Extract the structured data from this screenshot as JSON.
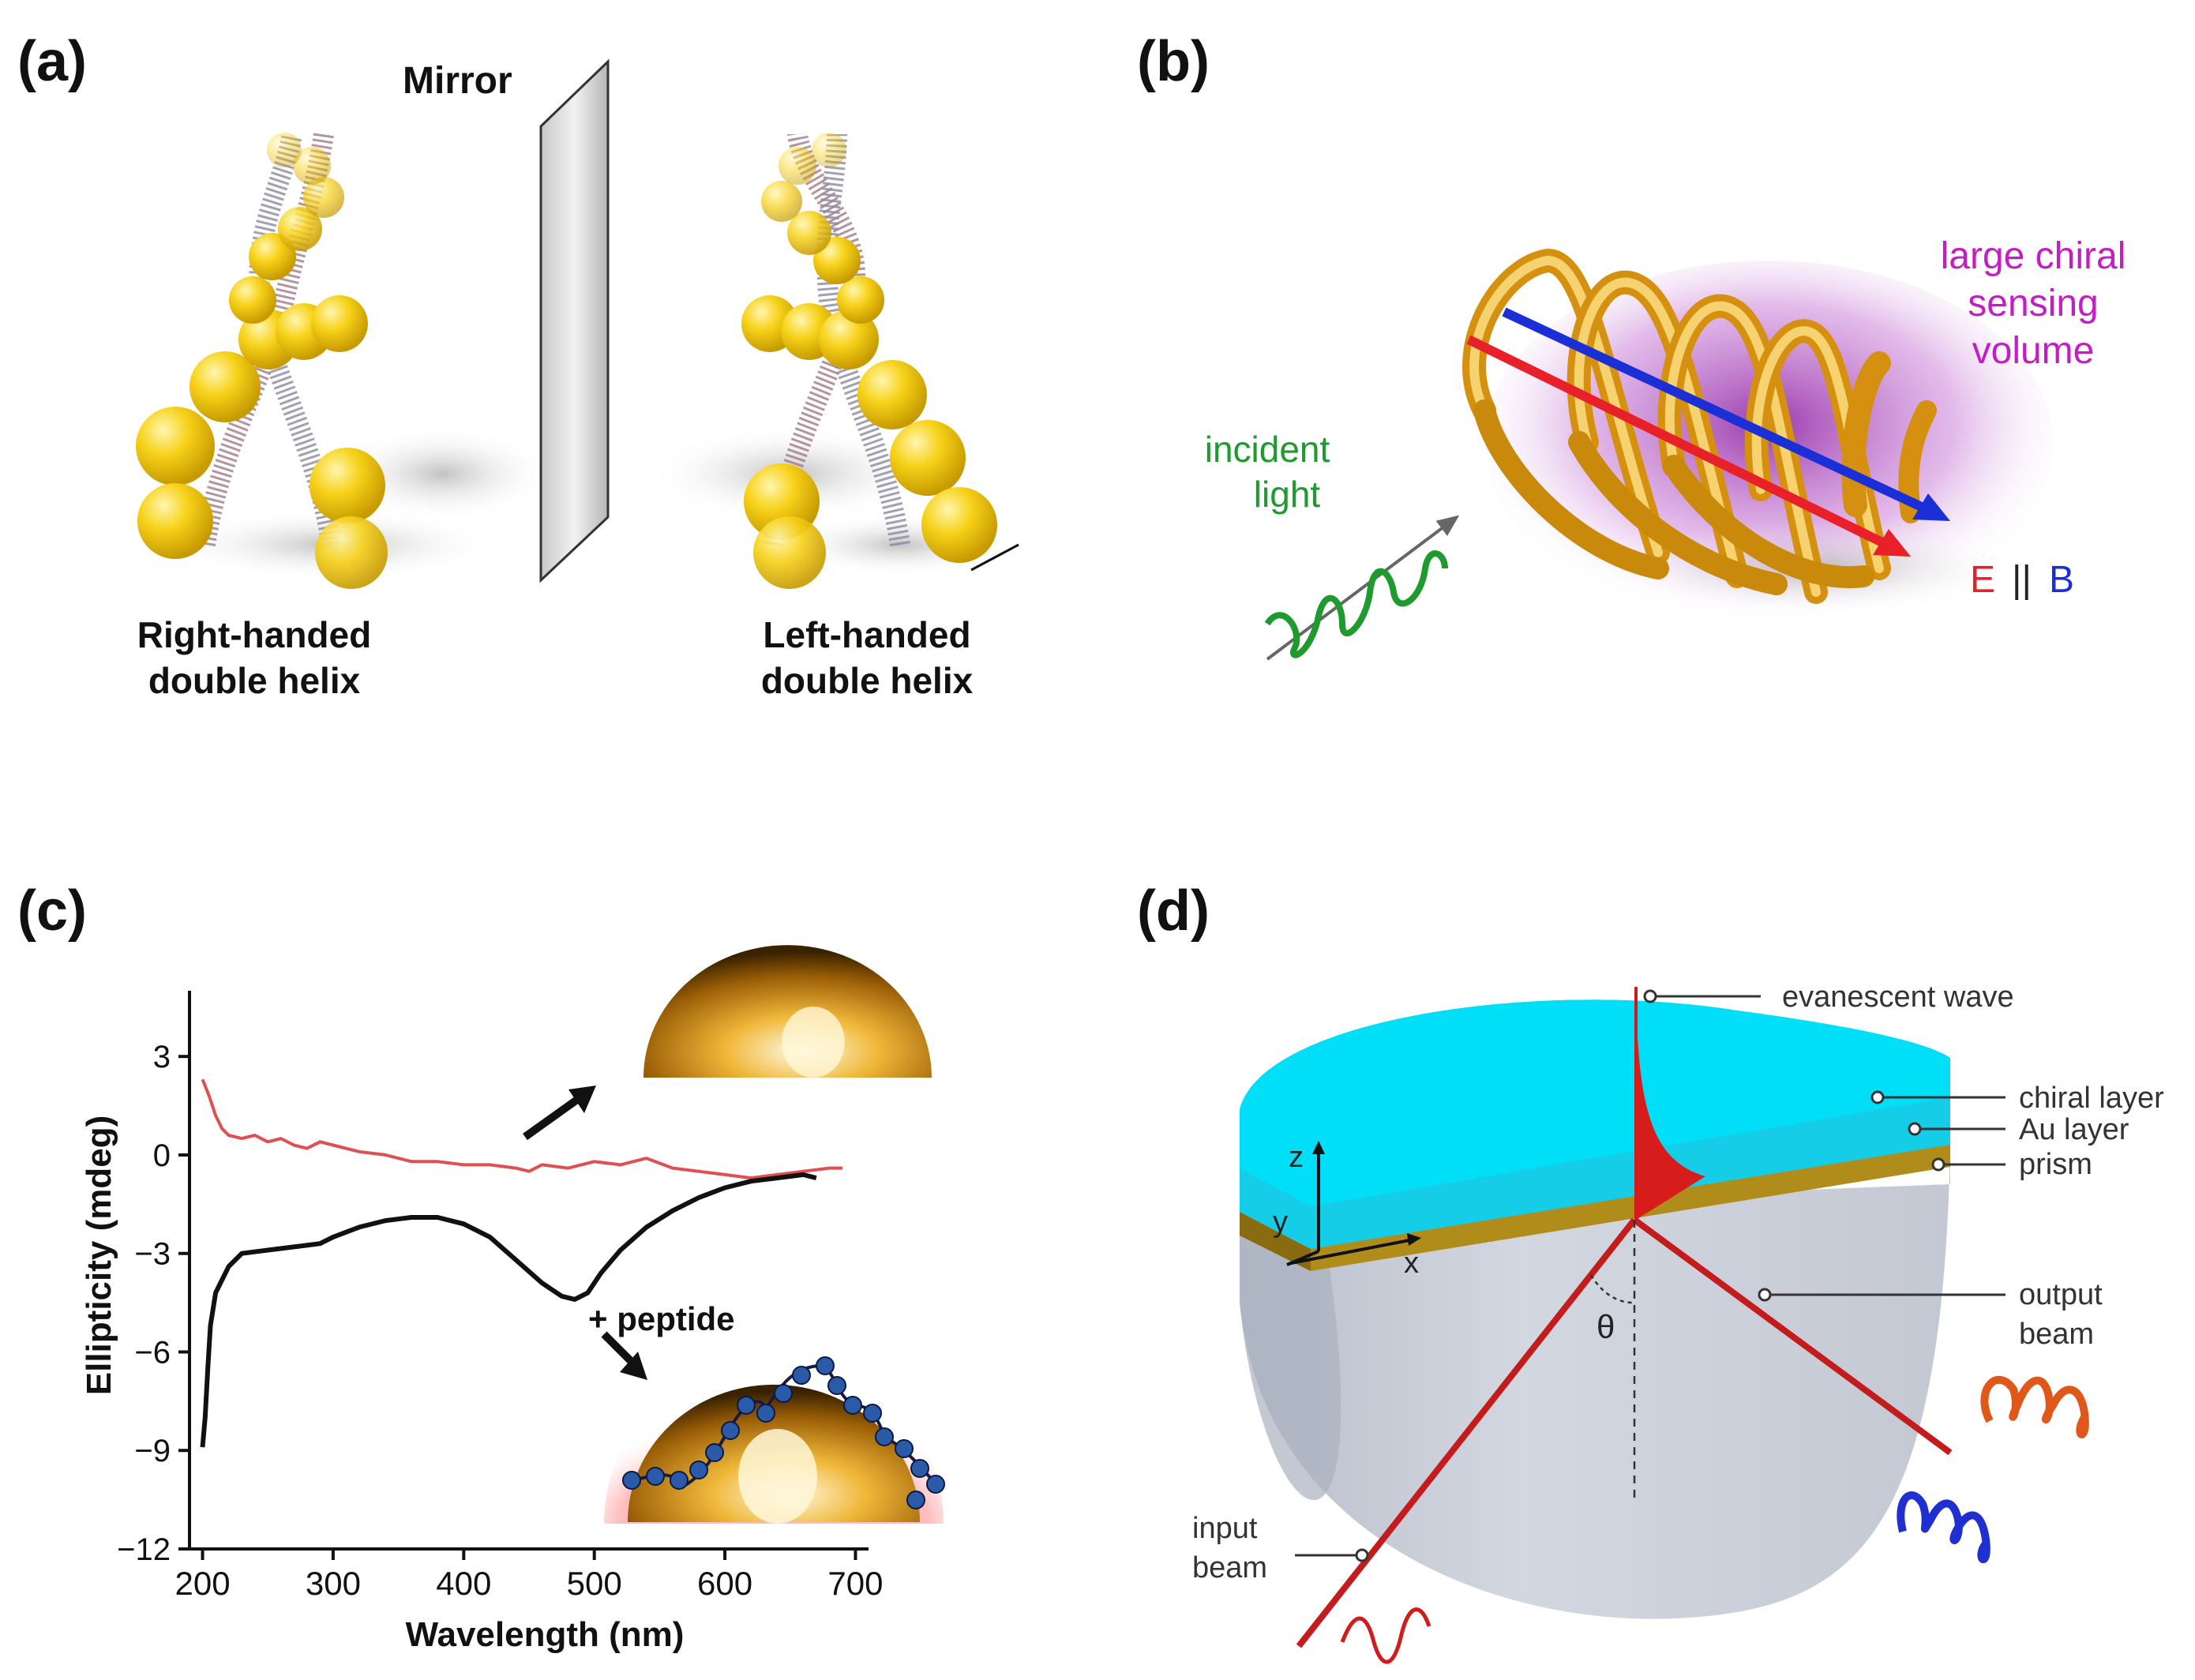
{
  "panels": {
    "a": {
      "label": "(a)",
      "mirror": "Mirror",
      "right_line1": "Right-handed",
      "right_line2": "double helix",
      "left_line1": "Left-handed",
      "left_line2": "double helix"
    },
    "b": {
      "label": "(b)",
      "incident_line1": "incident",
      "incident_line2": "light",
      "sensing_line1": "large chiral",
      "sensing_line2": "sensing",
      "sensing_line3": "volume",
      "field_e": "E",
      "field_sep": "||",
      "field_b": "B",
      "colors": {
        "incident": "#1e9a2e",
        "sensing": "#c21ec4",
        "e": "#e8202a",
        "b": "#1a2fd6"
      }
    },
    "c": {
      "label": "(c)",
      "peptide": "+ peptide"
    },
    "d": {
      "label": "(d)",
      "evanescent": "evanescent wave",
      "chiral_layer": "chiral layer",
      "au_layer": "Au layer",
      "prism": "prism",
      "output_line1": "output",
      "output_line2": "beam",
      "input_line1": "input",
      "input_line2": "beam",
      "theta": "θ",
      "axis_z": "z",
      "axis_y": "y",
      "axis_x": "x"
    }
  },
  "chart_data": {
    "type": "line",
    "xlabel": "Wavelength (nm)",
    "ylabel": "Ellipticity (mdeg)",
    "xlim": [
      190,
      710
    ],
    "ylim": [
      -12,
      5
    ],
    "x_ticks": [
      200,
      300,
      400,
      500,
      600,
      700
    ],
    "y_ticks": [
      3,
      0,
      -3,
      -6,
      -9,
      -12
    ],
    "grid": false,
    "series": [
      {
        "color": "#e05050",
        "points": [
          [
            200,
            2.3
          ],
          [
            205,
            1.8
          ],
          [
            210,
            1.2
          ],
          [
            215,
            0.8
          ],
          [
            220,
            0.6
          ],
          [
            230,
            0.5
          ],
          [
            240,
            0.6
          ],
          [
            250,
            0.4
          ],
          [
            260,
            0.5
          ],
          [
            270,
            0.3
          ],
          [
            280,
            0.2
          ],
          [
            290,
            0.4
          ],
          [
            300,
            0.3
          ],
          [
            320,
            0.1
          ],
          [
            340,
            0.0
          ],
          [
            360,
            -0.2
          ],
          [
            380,
            -0.2
          ],
          [
            400,
            -0.3
          ],
          [
            420,
            -0.3
          ],
          [
            440,
            -0.4
          ],
          [
            450,
            -0.5
          ],
          [
            460,
            -0.3
          ],
          [
            480,
            -0.4
          ],
          [
            500,
            -0.2
          ],
          [
            520,
            -0.3
          ],
          [
            540,
            -0.1
          ],
          [
            560,
            -0.4
          ],
          [
            580,
            -0.5
          ],
          [
            600,
            -0.6
          ],
          [
            620,
            -0.7
          ],
          [
            640,
            -0.6
          ],
          [
            660,
            -0.5
          ],
          [
            680,
            -0.4
          ],
          [
            690,
            -0.4
          ]
        ]
      },
      {
        "color": "#111111",
        "points": [
          [
            200,
            -8.9
          ],
          [
            202,
            -8.0
          ],
          [
            204,
            -6.5
          ],
          [
            206,
            -5.2
          ],
          [
            210,
            -4.2
          ],
          [
            215,
            -3.8
          ],
          [
            220,
            -3.4
          ],
          [
            230,
            -3.0
          ],
          [
            250,
            -2.9
          ],
          [
            270,
            -2.8
          ],
          [
            290,
            -2.7
          ],
          [
            300,
            -2.5
          ],
          [
            320,
            -2.2
          ],
          [
            340,
            -2.0
          ],
          [
            360,
            -1.9
          ],
          [
            380,
            -1.9
          ],
          [
            400,
            -2.1
          ],
          [
            420,
            -2.5
          ],
          [
            440,
            -3.2
          ],
          [
            460,
            -3.9
          ],
          [
            475,
            -4.3
          ],
          [
            485,
            -4.4
          ],
          [
            495,
            -4.2
          ],
          [
            505,
            -3.6
          ],
          [
            520,
            -2.9
          ],
          [
            540,
            -2.2
          ],
          [
            560,
            -1.7
          ],
          [
            580,
            -1.3
          ],
          [
            600,
            -1.0
          ],
          [
            620,
            -0.8
          ],
          [
            640,
            -0.7
          ],
          [
            660,
            -0.6
          ],
          [
            670,
            -0.7
          ]
        ]
      }
    ]
  }
}
